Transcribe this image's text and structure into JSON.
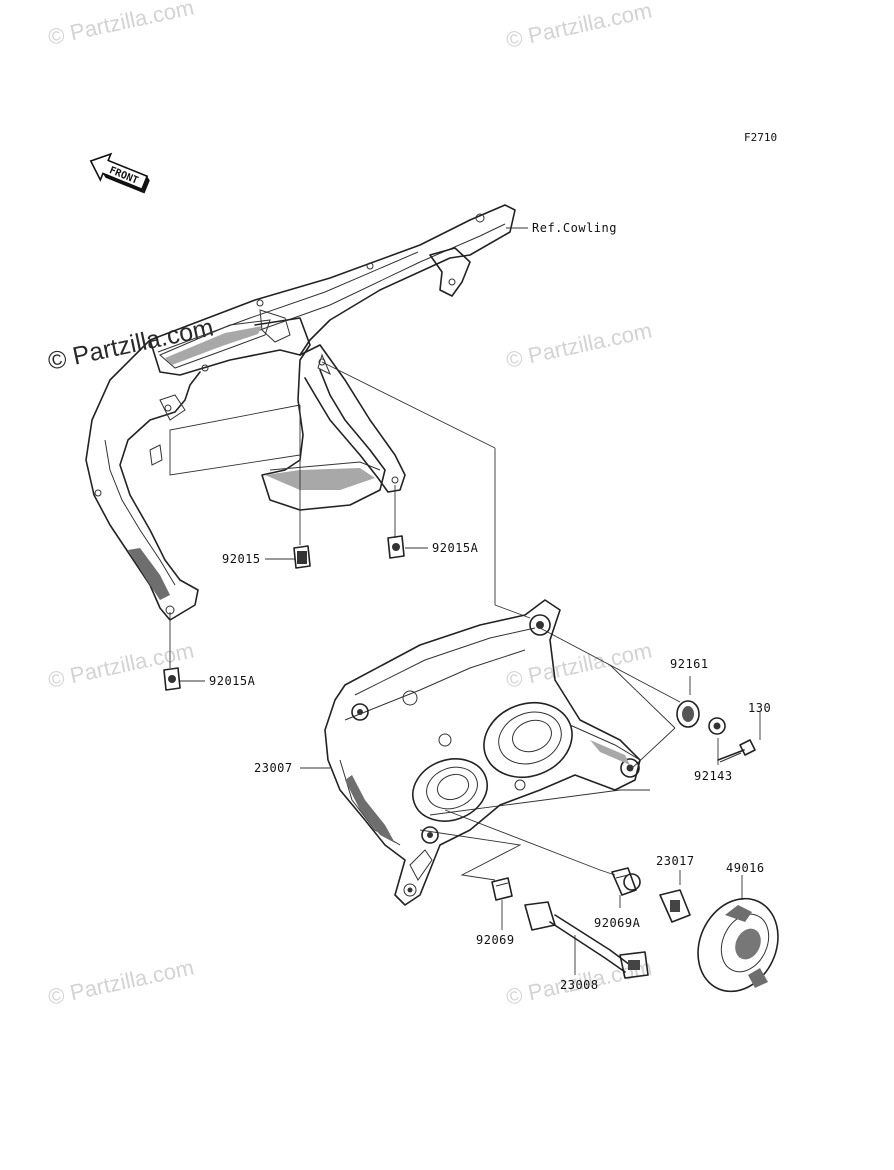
{
  "diagram_code": "F2710",
  "front_arrow": {
    "label": "FRONT"
  },
  "reference": {
    "cowling": "Ref.Cowling"
  },
  "parts": {
    "p92015": "92015",
    "p92015a_upper": "92015A",
    "p92015a_lower": "92015A",
    "p92161": "92161",
    "p130": "130",
    "p92143": "92143",
    "p23007": "23007",
    "p23017": "23017",
    "p49016": "49016",
    "p92069a": "92069A",
    "p92069": "92069",
    "p23008": "23008"
  },
  "watermarks": {
    "main": "© Partzilla.com",
    "faint": "© Partzilla.com"
  }
}
